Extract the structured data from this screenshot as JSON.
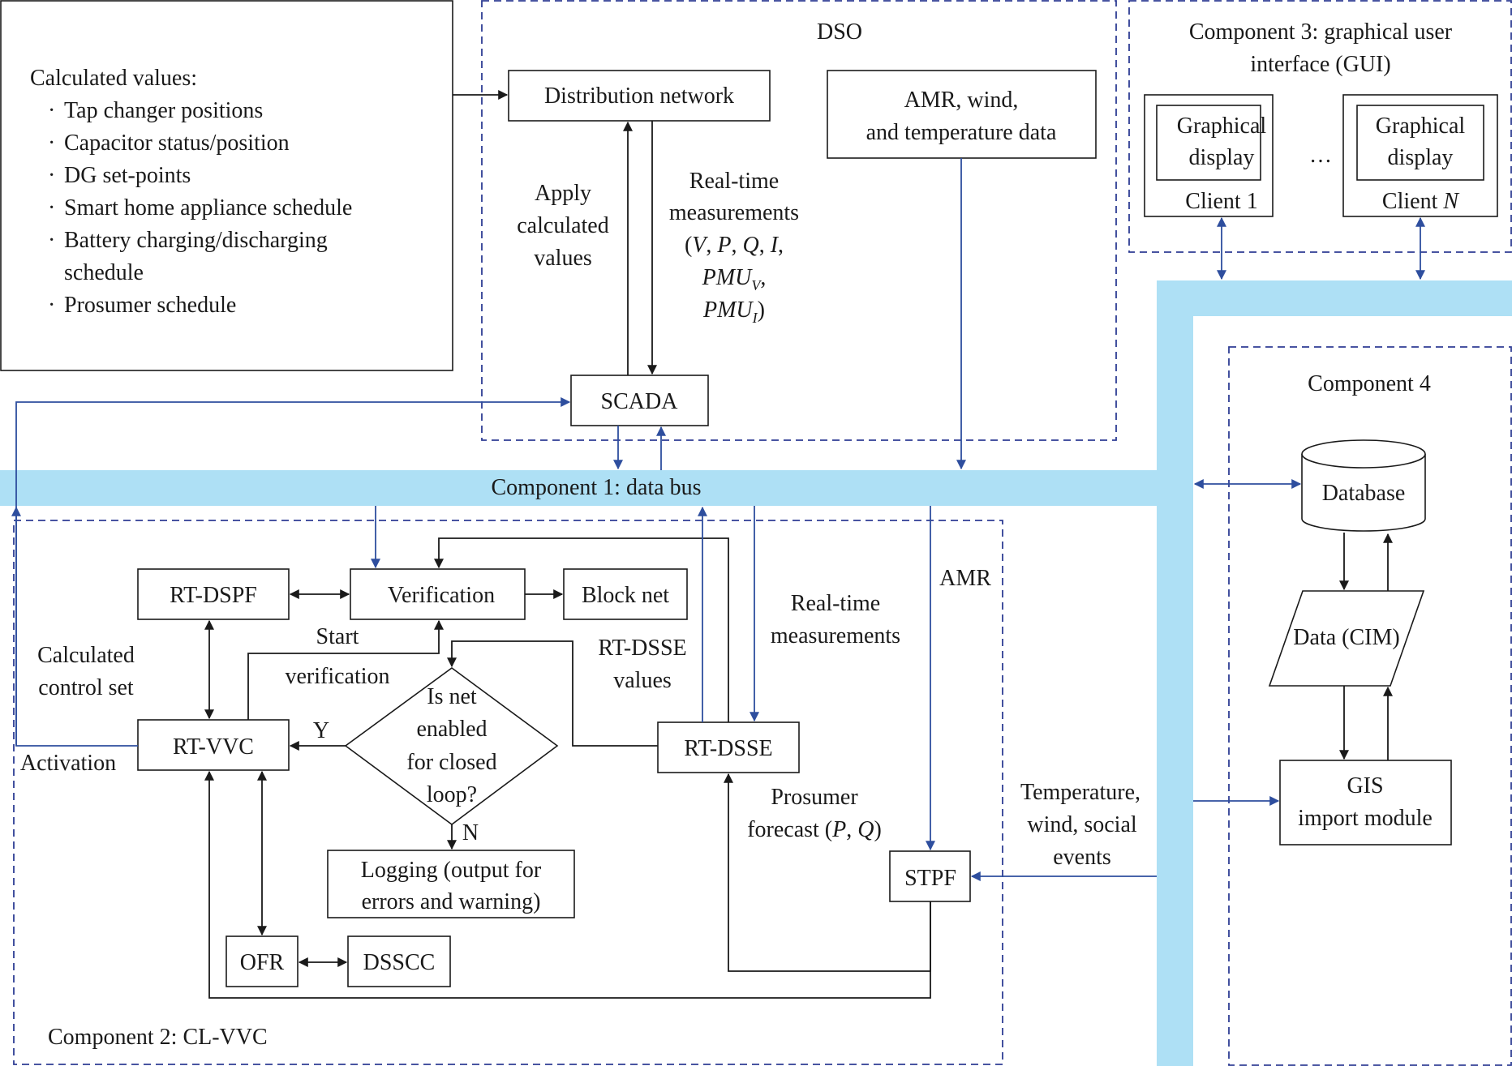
{
  "calculated_values": {
    "heading": "Calculated values:",
    "items": [
      "Tap changer positions",
      "Capacitor status/position",
      "DG set-points",
      "Smart home appliance schedule",
      "Battery charging/discharging",
      "schedule",
      "Prosumer schedule"
    ]
  },
  "dso": {
    "title": "DSO",
    "distribution_network": "Distribution network",
    "amr_line1": "AMR, wind,",
    "amr_line2": "and temperature data",
    "apply_line1": "Apply",
    "apply_line2": "calculated",
    "apply_line3": "values",
    "rt_line1": "Real-time",
    "rt_line2": "measurements",
    "rt_line3_open": "(",
    "rt_V": "V",
    "rt_sep1": ", ",
    "rt_P": "P",
    "rt_sep2": ", ",
    "rt_Q": "Q",
    "rt_sep3": ", ",
    "rt_I": "I",
    "rt_sep4": ",",
    "pmu": "PMU",
    "pmu_v_sub": "V",
    "pmu_v_tail": ",",
    "pmu_i_sub": "I",
    "pmu_i_tail": ")",
    "scada": "SCADA"
  },
  "gui": {
    "title_line1": "Component 3: graphical user",
    "title_line2": "interface (GUI)",
    "display_line1": "Graphical",
    "display_line2": "display",
    "client1": "Client 1",
    "clientN_prefix": "Client ",
    "clientN_var": "N",
    "ellipsis": "…"
  },
  "data_bus": {
    "label": "Component 1: data bus"
  },
  "component4": {
    "title": "Component 4",
    "database": "Database",
    "data_cim": "Data (CIM)",
    "gis_line1": "GIS",
    "gis_line2": "import module"
  },
  "clvvc": {
    "title": "Component 2: CL-VVC",
    "rt_dspf": "RT-DSPF",
    "verification": "Verification",
    "block_net": "Block net",
    "rt_vvc": "RT-VVC",
    "rt_dsse": "RT-DSSE",
    "decision_line1": "Is net",
    "decision_line2": "enabled",
    "decision_line3": "for closed",
    "decision_line4": "loop?",
    "yes": "Y",
    "no": "N",
    "logging_line1": "Logging (output for",
    "logging_line2": "errors and warning)",
    "ofr": "OFR",
    "dsscc": "DSSCC",
    "stpf": "STPF",
    "calc_ctrl_line1": "Calculated",
    "calc_ctrl_line2": "control set",
    "activation": "Activation",
    "start_line1": "Start",
    "start_line2": "verification",
    "dsse_vals_line1": "RT-DSSE",
    "dsse_vals_line2": "values",
    "rtm_line1": "Real-time",
    "rtm_line2": "measurements",
    "amr": "AMR",
    "prosumer_line1": "Prosumer",
    "prosumer_line2_a": "forecast (",
    "prosumer_P": "P",
    "prosumer_sep": ", ",
    "prosumer_Q": "Q",
    "prosumer_close": ")",
    "temp_line1": "Temperature,",
    "temp_line2": "wind, social",
    "temp_line3": "events"
  },
  "colors": {
    "bus": "#aee0f5",
    "blue_line": "#2e4e9e",
    "dashed_border": "#2e3d94",
    "black_line": "#1a1a1a"
  }
}
